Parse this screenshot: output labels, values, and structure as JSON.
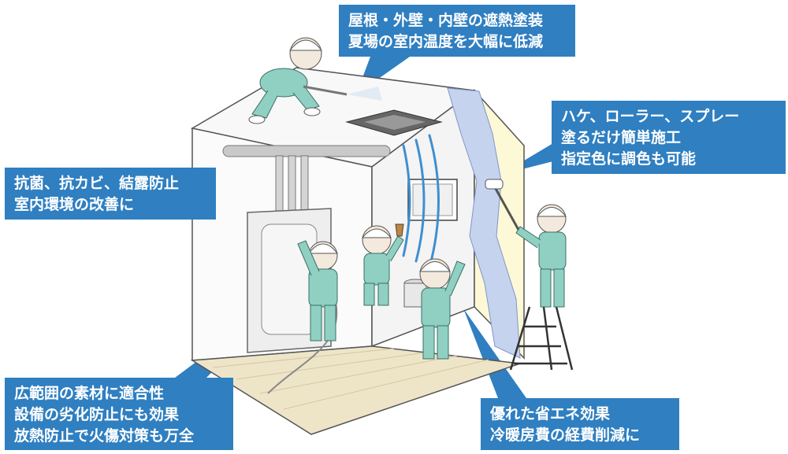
{
  "callouts": {
    "roof": {
      "lines": [
        "屋根・外壁・内壁の遮熱塗装",
        "夏場の室内温度を大幅に低減"
      ]
    },
    "application": {
      "lines": [
        "ハケ、ローラー、スプレー",
        "塗るだけ簡単施工",
        "指定色に調色も可能"
      ]
    },
    "hygiene": {
      "lines": [
        "抗菌、抗カビ、結露防止",
        "室内環境の改善に"
      ]
    },
    "materials": {
      "lines": [
        "広範囲の素材に適合性",
        "設備の劣化防止にも効果",
        "放熱防止で火傷対策も万全"
      ]
    },
    "energy": {
      "lines": [
        "優れた省エネ効果",
        "冷暖房費の経費削減に"
      ]
    }
  },
  "colors": {
    "callout_bg": "#2f7fc1",
    "callout_text": "#ffffff",
    "floor": "#eee5c9",
    "worker_uniform": "#8fd0c2",
    "coated_wall": "#c5d3ee",
    "cream_wall": "#fdf8d6"
  }
}
